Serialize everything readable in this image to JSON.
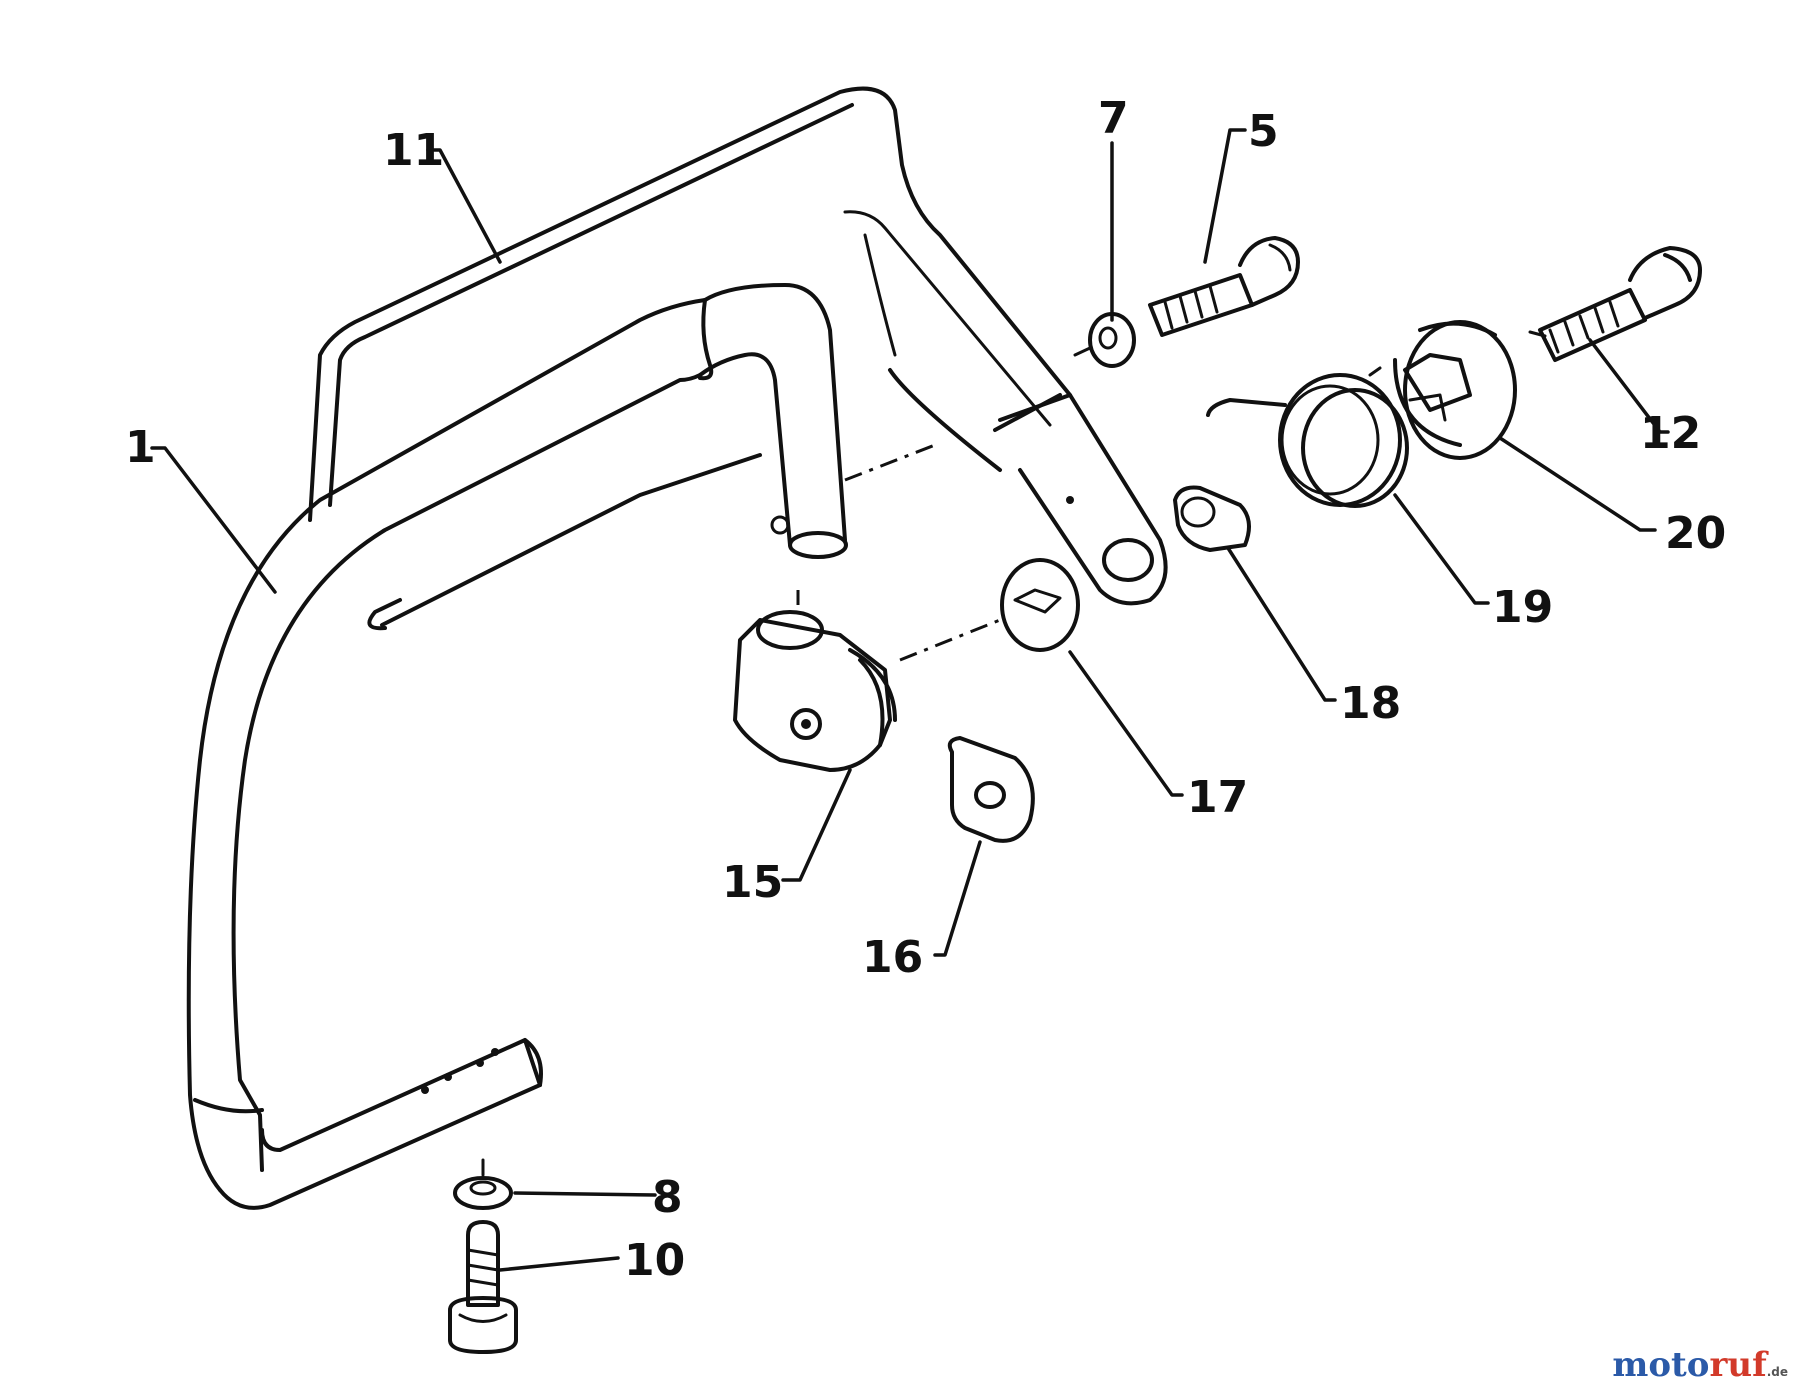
{
  "callouts": {
    "c1": "1",
    "c11": "11",
    "c7": "7",
    "c5": "5",
    "c12": "12",
    "c20": "20",
    "c19": "19",
    "c18": "18",
    "c17": "17",
    "c15": "15",
    "c16": "16",
    "c8": "8",
    "c10": "10"
  },
  "watermark": {
    "part1": "moto",
    "part2": "ruf",
    "tld": ".de"
  }
}
